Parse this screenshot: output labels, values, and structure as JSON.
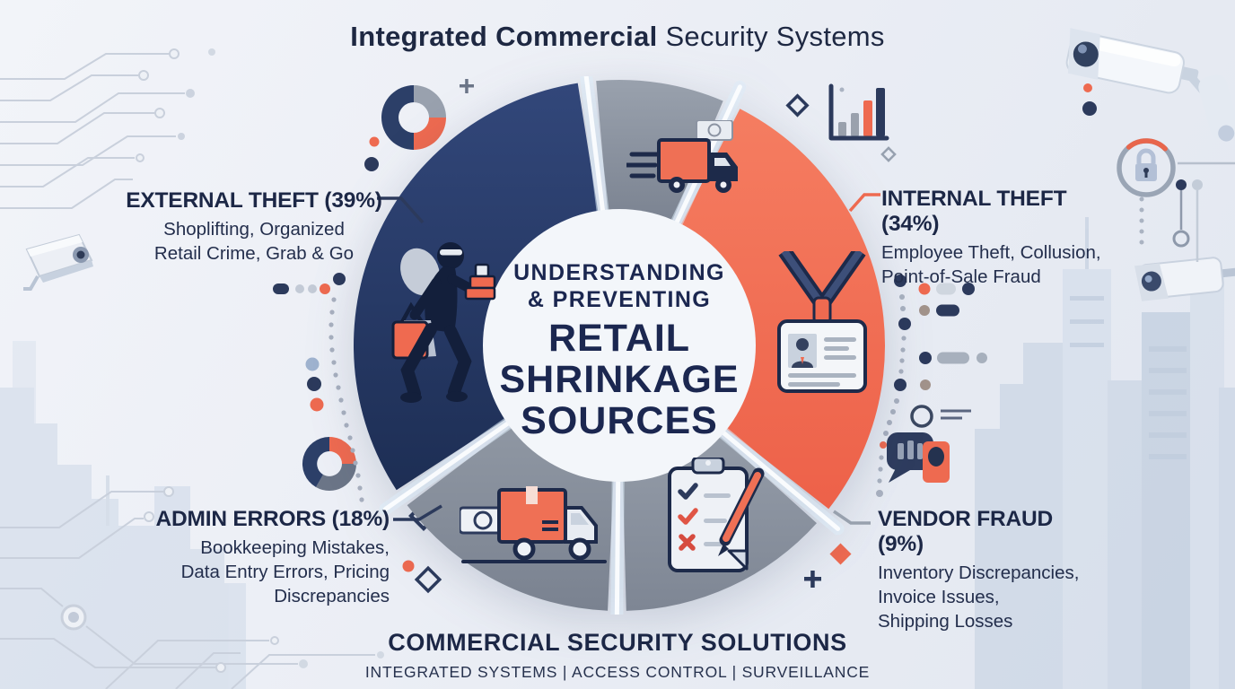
{
  "header": {
    "title_bold": "Integrated Commercial",
    "title_regular": "Security Systems"
  },
  "donut_center": {
    "lines": [
      "UNDERSTANDING",
      "& PREVENTING",
      "RETAIL",
      "SHRINKAGE",
      "SOURCES"
    ]
  },
  "callouts": {
    "external": {
      "title": "EXTERNAL THEFT (39%)",
      "desc_lines": [
        "Shoplifting, Organized",
        "Retail Crime, Grab & Go"
      ]
    },
    "internal": {
      "title": "INTERNAL THEFT (34%)",
      "desc_lines": [
        "Employee Theft, Collusion,",
        "Point-of-Sale Fraud"
      ]
    },
    "admin": {
      "title": "ADMIN ERRORS (18%)",
      "desc_lines": [
        "Bookkeeping Mistakes,",
        "Data Entry Errors, Pricing",
        "Discrepancies"
      ]
    },
    "vendor": {
      "title": "VENDOR FRAUD (9%)",
      "desc_lines": [
        "Inventory Discrepancies,",
        "Invoice Issues,",
        "Shipping Losses"
      ]
    }
  },
  "footer": {
    "title": "COMMERCIAL SECURITY SOLUTIONS",
    "subtitle": "INTEGRATED SYSTEMS | ACCESS CONTROL | SURVEILLANCE"
  },
  "chart_data": {
    "type": "pie",
    "subtype": "donut",
    "title": "Understanding & Preventing Retail Shrinkage Sources",
    "categories": [
      "External Theft",
      "Internal Theft",
      "Admin Errors",
      "Vendor Fraud"
    ],
    "values": [
      39,
      34,
      18,
      9
    ],
    "unit": "%",
    "legend_position": "callouts-around-donut",
    "divider_angles": [
      353,
      25,
      130,
      180.5,
      235
    ],
    "visual_segments": [
      {
        "name": "external-theft",
        "color_start": "#32477a",
        "color_end": "#1d2e54",
        "start_angle": 237,
        "end_angle": 351,
        "icon": "thief-icon"
      },
      {
        "name": "shipping-top",
        "color_start": "#99a1ad",
        "color_end": "#7b8391",
        "start_angle": 355,
        "end_angle": 383,
        "icon": "delivery-truck-icon"
      },
      {
        "name": "internal-theft",
        "color_start": "#f57d61",
        "color_end": "#ed6149",
        "start_angle": 27,
        "end_angle": 128,
        "icon": "id-badge-icon"
      },
      {
        "name": "vendor-fraud",
        "color_start": "#949ca8",
        "color_end": "#7e8694",
        "start_angle": 132,
        "end_angle": 178.5,
        "icon": "checklist-icon"
      },
      {
        "name": "admin-errors",
        "color_start": "#8f97a3",
        "color_end": "#7a8290",
        "start_angle": 182.5,
        "end_angle": 233,
        "icon": "cargo-truck-money-icon"
      }
    ]
  },
  "colors": {
    "navy": "#2c3f66",
    "coral": "#ee6a50",
    "gray": "#8b929e",
    "text_navy": "#1c2746",
    "background": "#edf0f6",
    "skyline": "#cdd8e7"
  },
  "icons": {
    "thief-icon": "masked shoplifter silhouette carrying bag and boxes",
    "delivery-truck-icon": "speeding delivery truck with money bill",
    "id-badge-icon": "employee id badge on lanyard",
    "checklist-icon": "clipboard checklist with pen",
    "cargo-truck-money-icon": "cargo truck with parcel and money bill",
    "cctv-camera-icon": "security surveillance camera",
    "padlock-badge-icon": "padlock inside circular ring",
    "bar-chart-icon": "ascending bar chart",
    "mini-donut-icon": "small decorative donut chart",
    "chat-person-icon": "chat bubble with person card",
    "circuit-trace-icon": "circuit board trace lines",
    "city-skyline-icon": "city buildings silhouette"
  }
}
